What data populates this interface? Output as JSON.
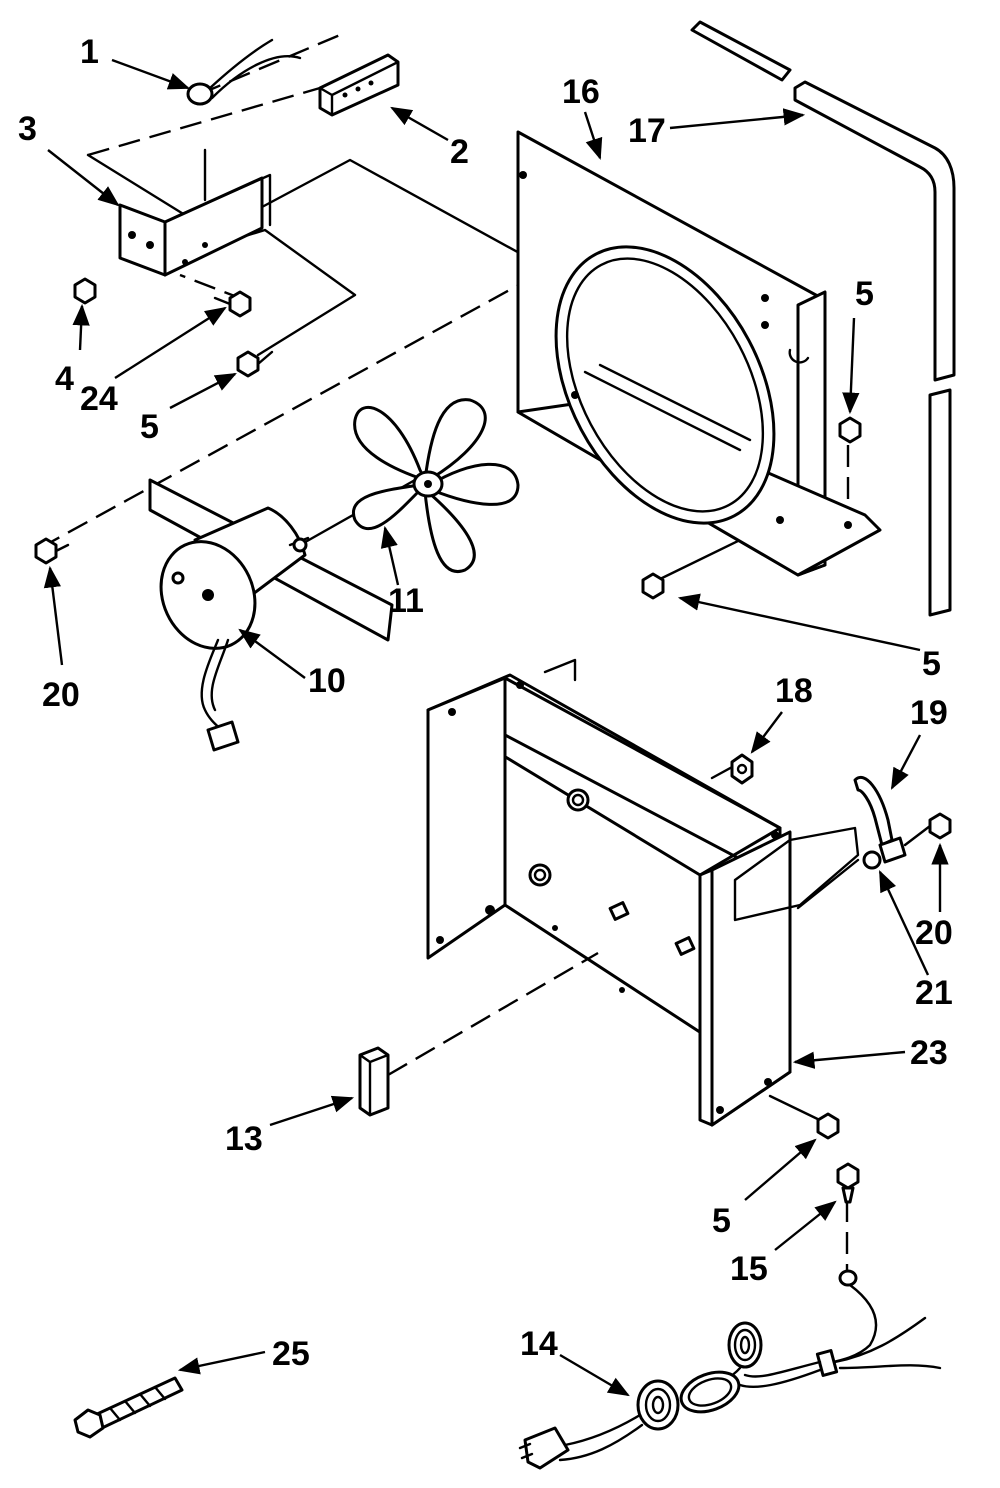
{
  "callouts": [
    {
      "id": "c1",
      "text": "1"
    },
    {
      "id": "c2",
      "text": "2"
    },
    {
      "id": "c3",
      "text": "3"
    },
    {
      "id": "c4",
      "text": "4"
    },
    {
      "id": "c24",
      "text": "24"
    },
    {
      "id": "c5a",
      "text": "5"
    },
    {
      "id": "c16",
      "text": "16"
    },
    {
      "id": "c17",
      "text": "17"
    },
    {
      "id": "c5b",
      "text": "5"
    },
    {
      "id": "c5c",
      "text": "5"
    },
    {
      "id": "c11",
      "text": "11"
    },
    {
      "id": "c10",
      "text": "10"
    },
    {
      "id": "c20a",
      "text": "20"
    },
    {
      "id": "c18",
      "text": "18"
    },
    {
      "id": "c19",
      "text": "19"
    },
    {
      "id": "c20b",
      "text": "20"
    },
    {
      "id": "c21",
      "text": "21"
    },
    {
      "id": "c23",
      "text": "23"
    },
    {
      "id": "c13",
      "text": "13"
    },
    {
      "id": "c5d",
      "text": "5"
    },
    {
      "id": "c15",
      "text": "15"
    },
    {
      "id": "c14",
      "text": "14"
    },
    {
      "id": "c25",
      "text": "25"
    }
  ]
}
